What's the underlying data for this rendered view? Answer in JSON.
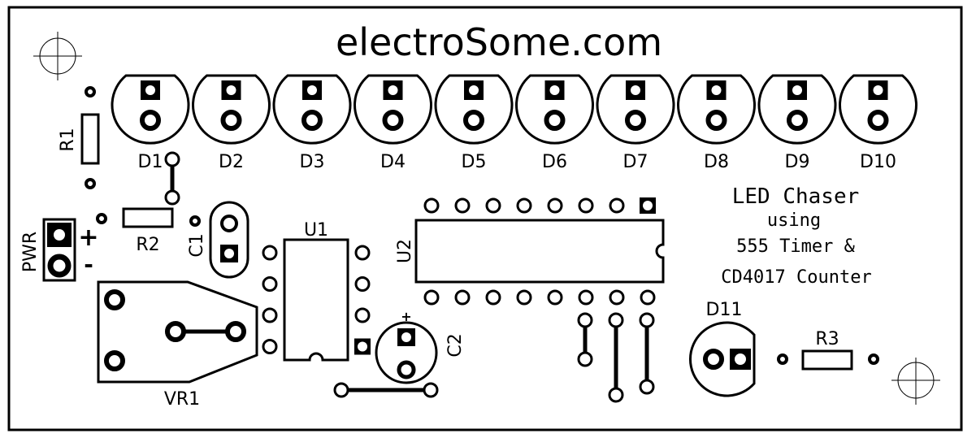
{
  "board": {
    "title": "electroSome.com",
    "description_lines": [
      "LED Chaser",
      "using",
      "555 Timer &",
      "CD4017 Counter"
    ],
    "colors": {
      "background": "#ffffff",
      "silkscreen": "#000000"
    }
  },
  "leds": {
    "row": [
      {
        "ref": "D1"
      },
      {
        "ref": "D2"
      },
      {
        "ref": "D3"
      },
      {
        "ref": "D4"
      },
      {
        "ref": "D5"
      },
      {
        "ref": "D6"
      },
      {
        "ref": "D7"
      },
      {
        "ref": "D8"
      },
      {
        "ref": "D9"
      },
      {
        "ref": "D10"
      }
    ],
    "indicator": {
      "ref": "D11"
    }
  },
  "components": {
    "r1": "R1",
    "r2": "R2",
    "r3": "R3",
    "c1": "C1",
    "c2": "C2",
    "c2_polarity": "+",
    "u1": "U1",
    "u2": "U2",
    "vr1": "VR1",
    "pwr": "PWR",
    "pwr_plus": "+",
    "pwr_minus": "-"
  },
  "ics": {
    "u1_pins_per_side": 4,
    "u2_pins_per_side": 8
  }
}
